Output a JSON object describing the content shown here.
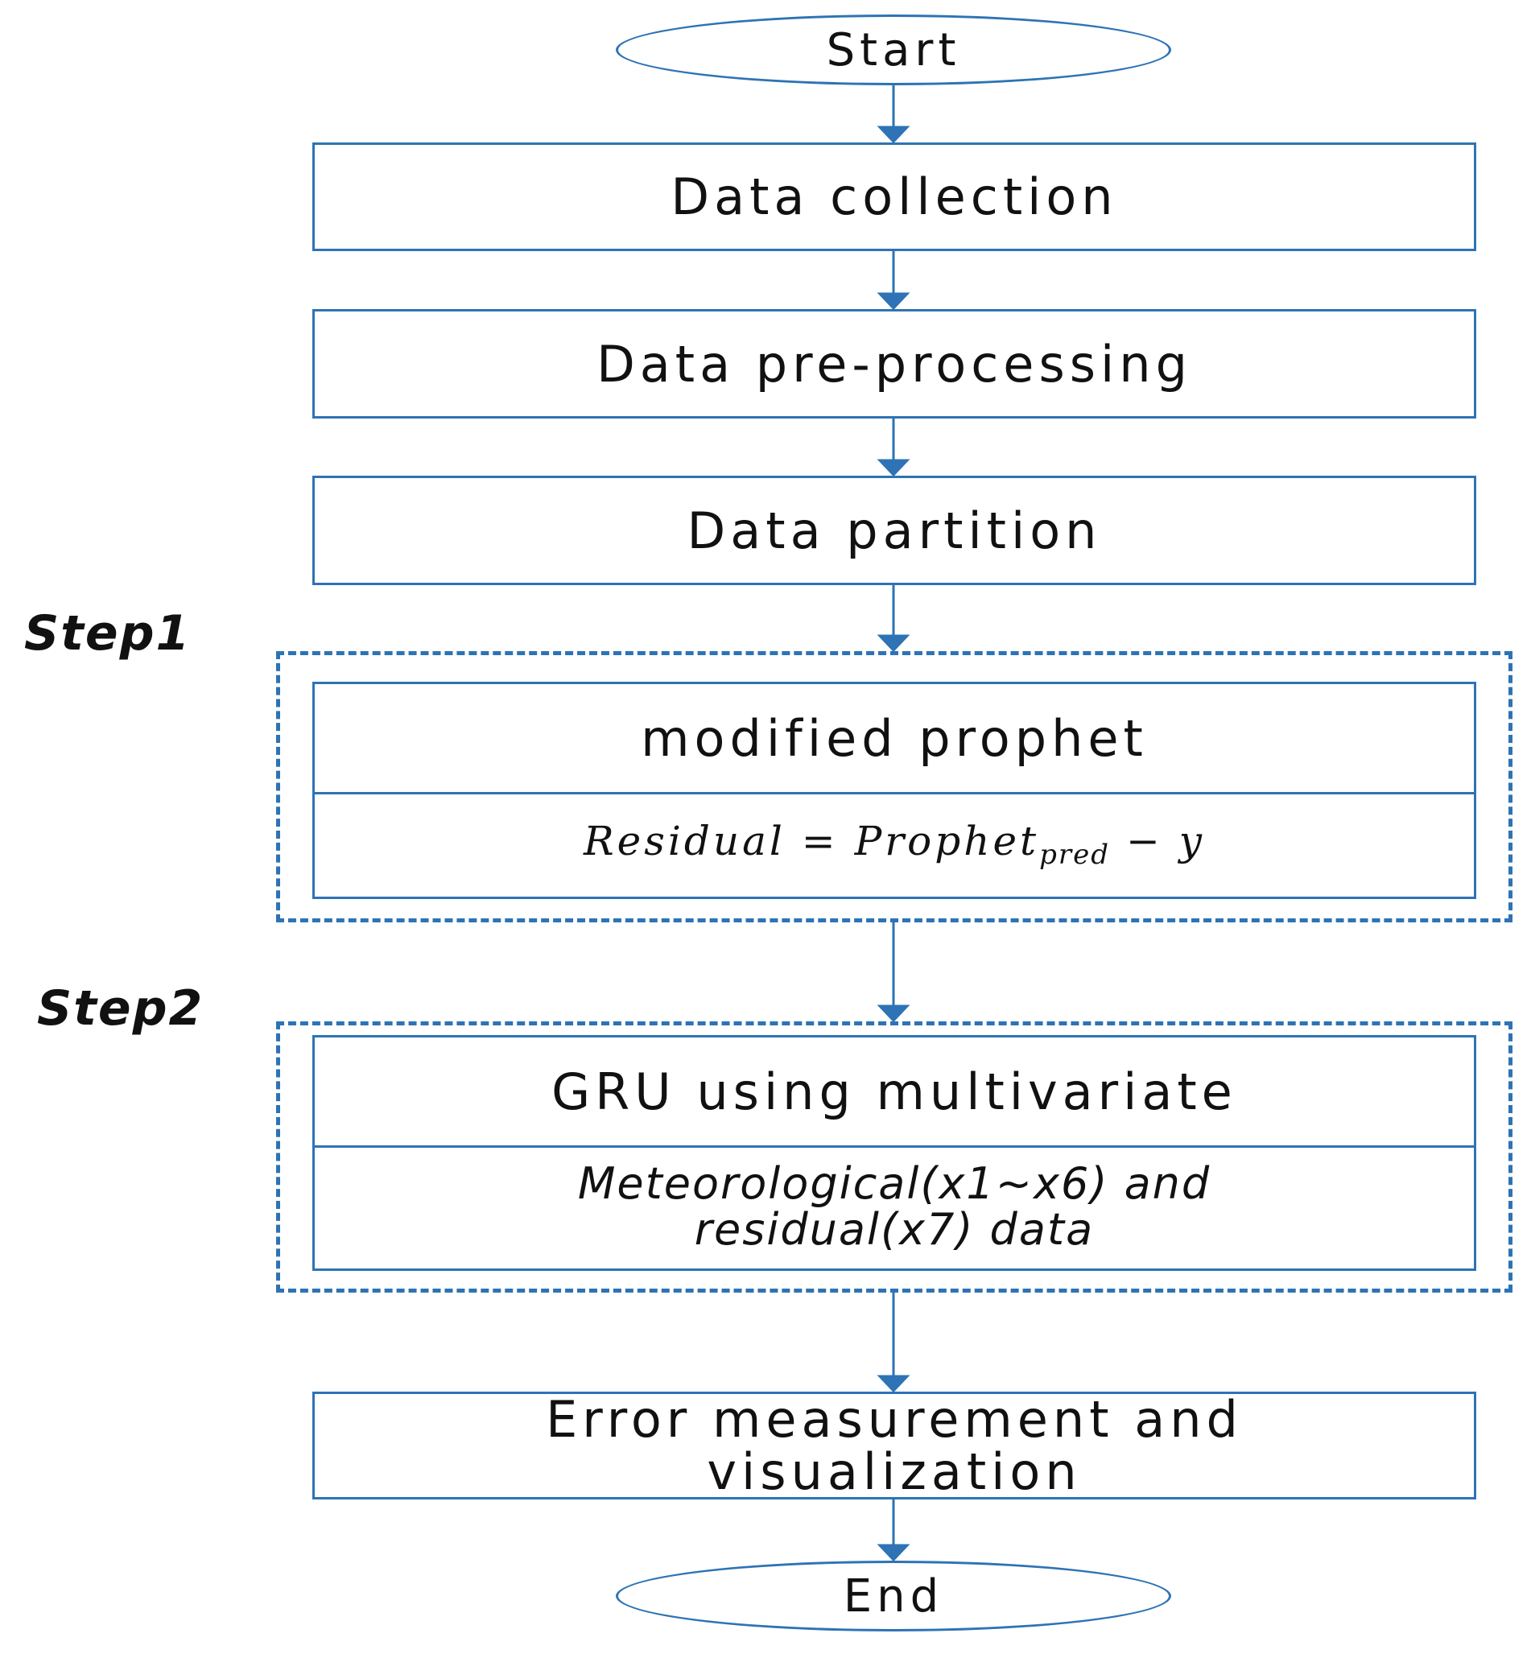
{
  "flow": {
    "start": "Start",
    "data_collection": "Data collection",
    "data_preprocessing": "Data pre-processing",
    "data_partition": "Data partition",
    "step1": {
      "label": "Step1",
      "title": "modified prophet",
      "formula": {
        "lhs": "Residual",
        "eq": " = ",
        "term": "Prophet",
        "sub": "pred",
        "rest": " − y"
      }
    },
    "step2": {
      "label": "Step2",
      "title": "GRU using multivariate",
      "line1": "Meteorological(x1~x6) and",
      "line2": "residual(x7) data"
    },
    "error_line1": "Error measurement and",
    "error_line2": "visualization",
    "end": "End"
  },
  "colors": {
    "stroke": "#2d73b5",
    "text": "#111111"
  }
}
